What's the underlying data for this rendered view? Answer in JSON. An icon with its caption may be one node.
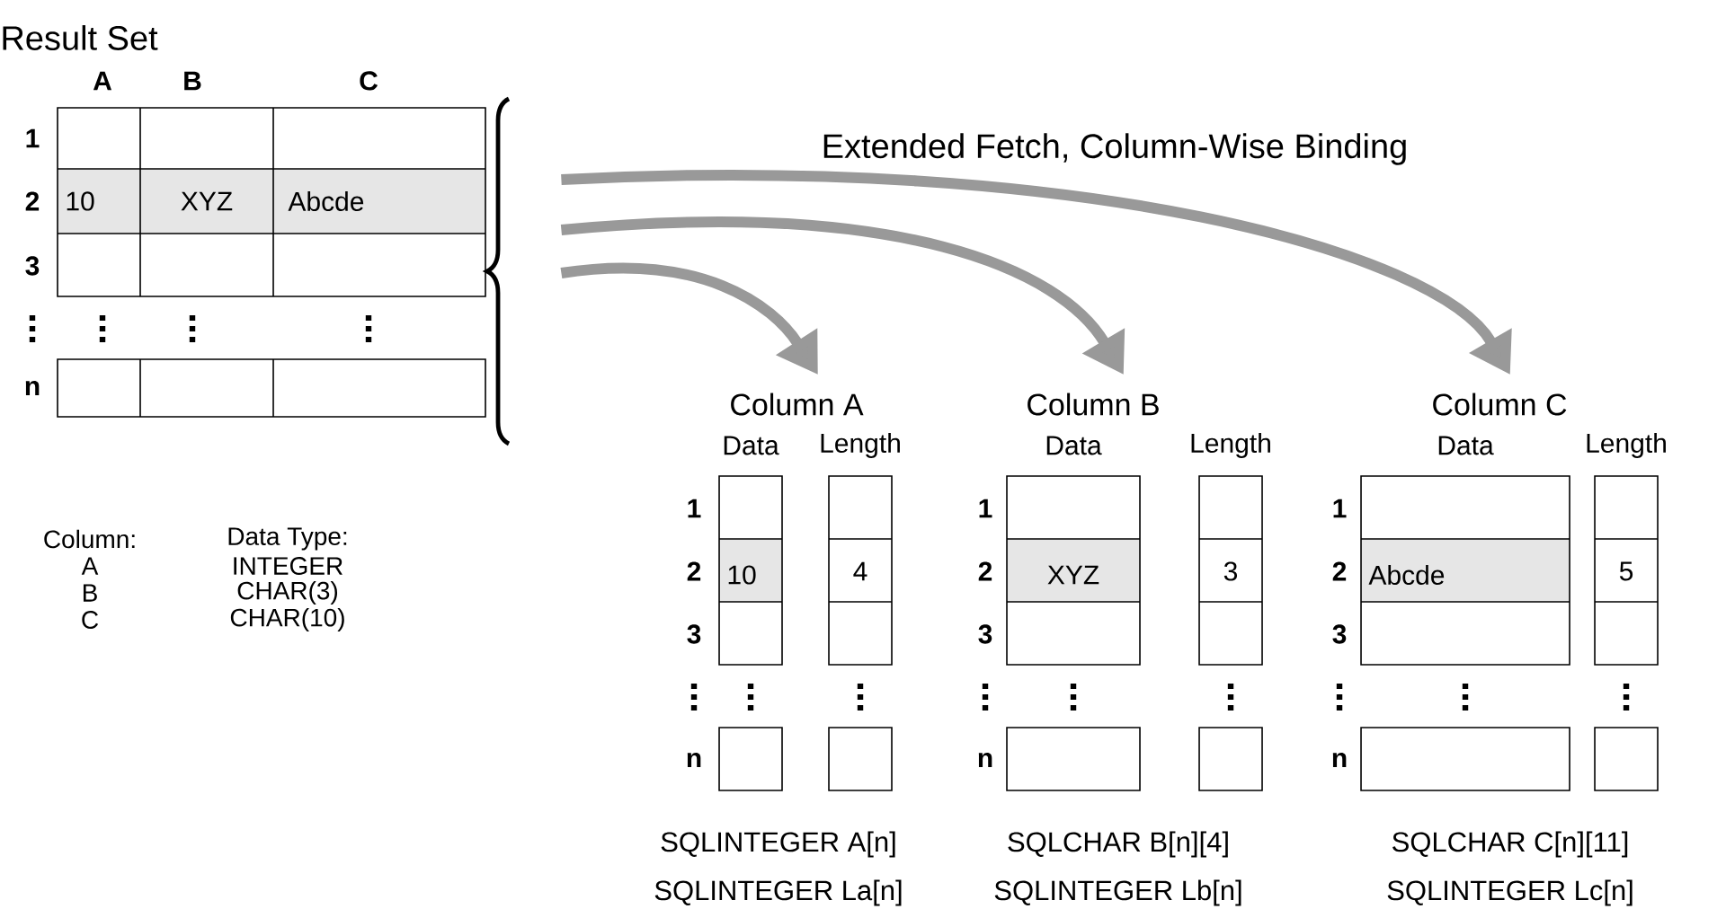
{
  "diagram": {
    "nodes": [
      {
        "text": [
          "Result Set"
        ]
      },
      {
        "text": [
          "Column A"
        ]
      },
      {
        "text": [
          "Column B"
        ]
      },
      {
        "text": [
          "Column C"
        ]
      }
    ],
    "edges": [
      {
        "from": 0,
        "to": 3,
        "arrow": "to"
      },
      {
        "from": 0,
        "to": 2,
        "arrow": "to"
      },
      {
        "from": 0,
        "to": 1,
        "arrow": "to"
      }
    ],
    "labels": [
      "Extended Fetch, Column-Wise Binding",
      "A",
      "B",
      "C",
      "1",
      "2",
      "10",
      "XYZ",
      "Abcde",
      "3",
      "n",
      "Column:",
      "Data Type:",
      "A",
      "INTEGER",
      "B",
      "CHAR(3)",
      "C",
      "CHAR(10)",
      "Data",
      "Length",
      "1",
      "2",
      "10",
      "4",
      "3",
      "n",
      "Data",
      "Length",
      "1",
      "2",
      "XYZ",
      "3",
      "3",
      "n",
      "Data",
      "Length",
      "1",
      "2",
      "Abcde",
      "5",
      "3",
      "n",
      "SQLINTEGER A[n]",
      "SQLCHAR  B[n][4]",
      "SQLCHAR  C[n][11]",
      "SQLINTEGER La[n]",
      "SQLINTEGER Lb[n]",
      "SQLINTEGER Lc[n]"
    ]
  }
}
